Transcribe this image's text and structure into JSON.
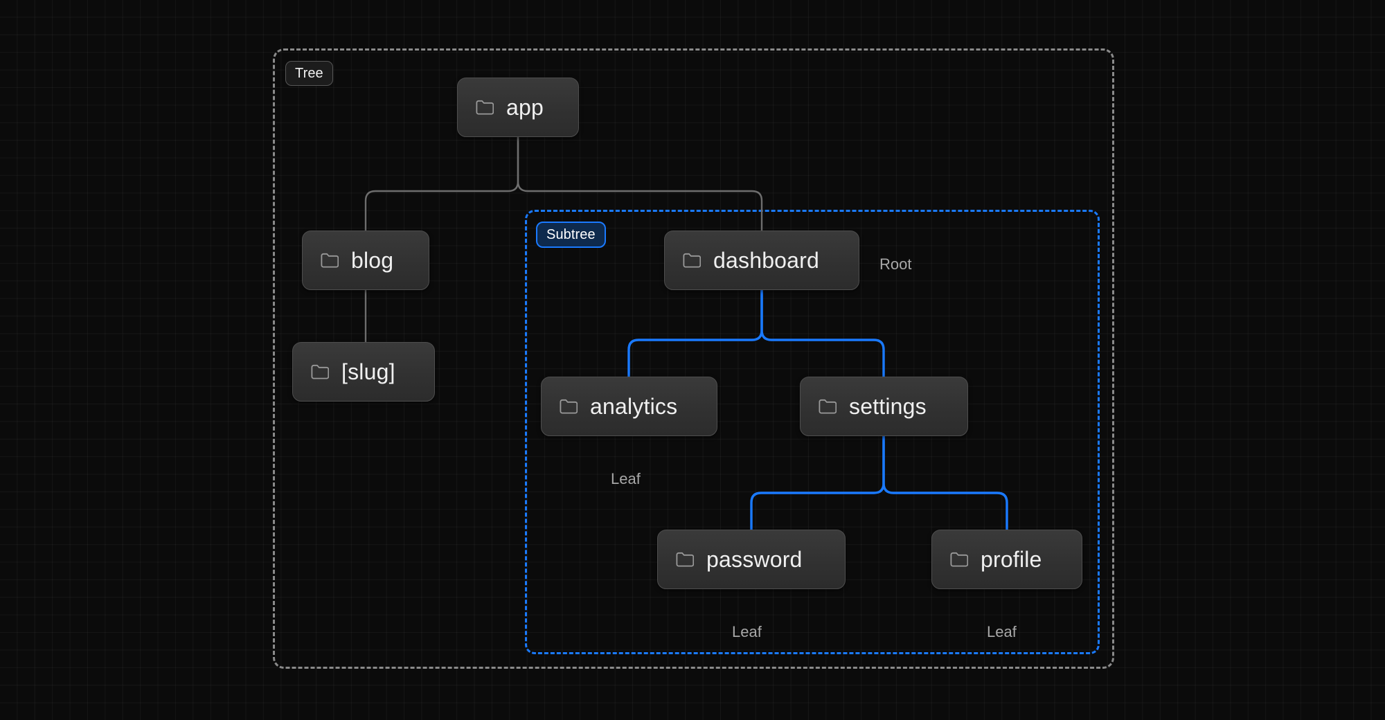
{
  "diagram": {
    "title": "File tree with highlighted subtree",
    "colors": {
      "background": "#0b0b0b",
      "grid": "#1a1a1a",
      "node_fill": "#333333",
      "node_border": "#4e4e4e",
      "node_text": "#f0f0f0",
      "edge_default": "#6e6e6e",
      "edge_highlight": "#1a7aff",
      "group_tree_border": "#8a8a8a",
      "group_subtree_border": "#1a7aff",
      "subtree_badge_fill": "#0e2a4d",
      "annotation_text": "#a8a8a8"
    }
  },
  "groups": [
    {
      "id": "tree",
      "label": "Tree",
      "style": "dashed-gray"
    },
    {
      "id": "subtree",
      "label": "Subtree",
      "style": "dashed-blue"
    }
  ],
  "nodes": [
    {
      "id": "app",
      "label": "app",
      "icon": "folder-icon",
      "depth": 0,
      "highlighted": false
    },
    {
      "id": "blog",
      "label": "blog",
      "icon": "folder-icon",
      "depth": 1,
      "highlighted": false
    },
    {
      "id": "slug",
      "label": "[slug]",
      "icon": "folder-icon",
      "depth": 2,
      "highlighted": false
    },
    {
      "id": "dashboard",
      "label": "dashboard",
      "icon": "folder-icon",
      "depth": 1,
      "highlighted": true
    },
    {
      "id": "analytics",
      "label": "analytics",
      "icon": "folder-icon",
      "depth": 2,
      "highlighted": true
    },
    {
      "id": "settings",
      "label": "settings",
      "icon": "folder-icon",
      "depth": 2,
      "highlighted": true
    },
    {
      "id": "password",
      "label": "password",
      "icon": "folder-icon",
      "depth": 3,
      "highlighted": true
    },
    {
      "id": "profile",
      "label": "profile",
      "icon": "folder-icon",
      "depth": 3,
      "highlighted": true
    }
  ],
  "edges": [
    {
      "from": "app",
      "to": "blog",
      "color": "default"
    },
    {
      "from": "app",
      "to": "dashboard",
      "color": "default"
    },
    {
      "from": "blog",
      "to": "slug",
      "color": "default"
    },
    {
      "from": "dashboard",
      "to": "analytics",
      "color": "highlight"
    },
    {
      "from": "dashboard",
      "to": "settings",
      "color": "highlight"
    },
    {
      "from": "settings",
      "to": "password",
      "color": "highlight"
    },
    {
      "from": "settings",
      "to": "profile",
      "color": "highlight"
    }
  ],
  "annotations": [
    {
      "id": "root",
      "label": "Root",
      "target": "dashboard"
    },
    {
      "id": "leaf-analytics",
      "label": "Leaf",
      "target": "analytics"
    },
    {
      "id": "leaf-password",
      "label": "Leaf",
      "target": "password"
    },
    {
      "id": "leaf-profile",
      "label": "Leaf",
      "target": "profile"
    }
  ]
}
